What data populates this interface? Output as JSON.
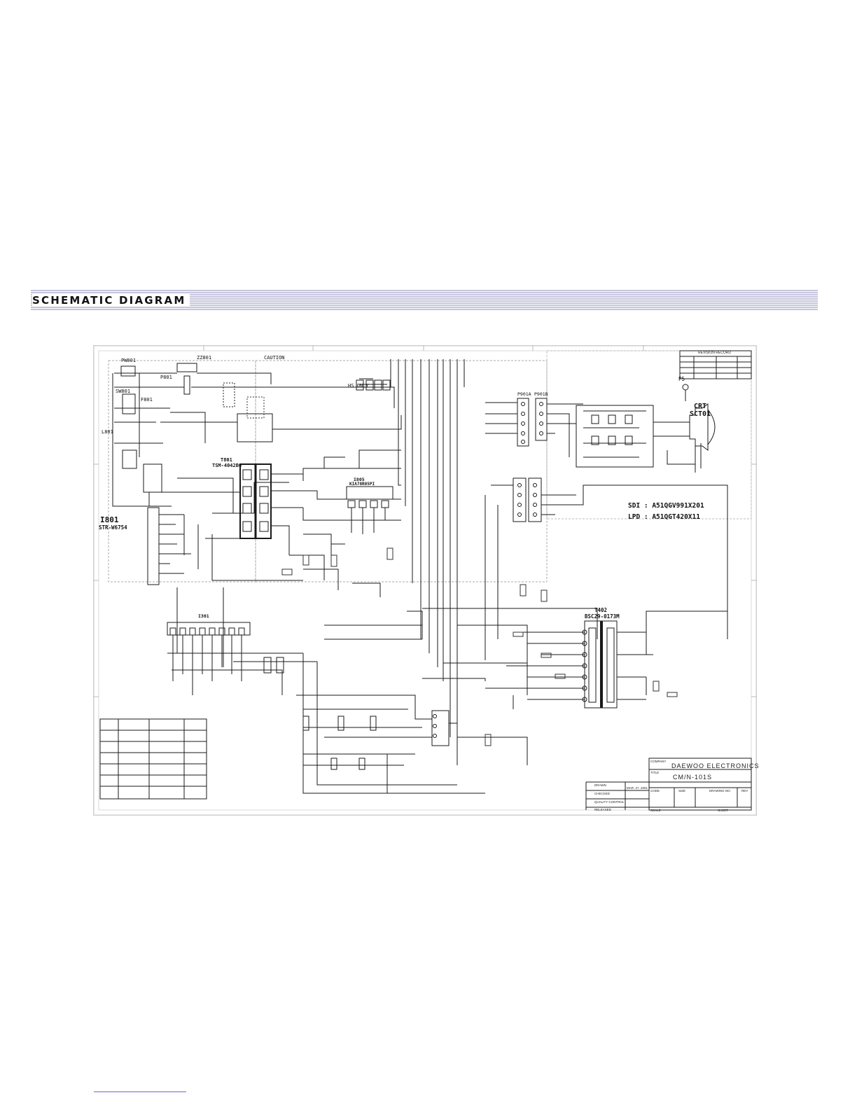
{
  "banner": {
    "title": "SCHEMATIC DIAGRAM"
  },
  "components": {
    "pw801": "PW801",
    "zz801": "ZZ801",
    "sw801": "SW801",
    "p801": "P801",
    "f801": "F801",
    "l801": "L801",
    "i801": "I801",
    "i801_part": "STR-W6754",
    "t801": "T801",
    "t801_part": "TSM-4042B6",
    "i805": "I805",
    "i805_part": "KIA78R05PI",
    "i301": "I301",
    "p901a": "P901A",
    "p901b": "P901B",
    "p5": "P5",
    "crt": "CRT",
    "sct01": "SCT01",
    "t402": "T402",
    "t402_part": "BSC29-0173M"
  },
  "notes": {
    "caution": "CAUTION",
    "hs_only": "HS ONLY",
    "sdi": "SDI  :  A51QGV991X201",
    "lpd": "LPD  :  A51QGT420X11"
  },
  "title_block": {
    "revision_record": "REVISION RECORD",
    "company_label": "COMPANY",
    "company": "DAEWOO  ELECTRONICS",
    "title_label": "TITLE",
    "model": "CM/N-101S",
    "drawn_label": "DRAWN",
    "date": "MAR. 27. 2001",
    "checked_label": "CHECKED",
    "quality_label": "QUALITY CONTROL",
    "released_label": "RELEASED",
    "scale_label": "SCALE",
    "sheet_label": "SHEET",
    "code_label": "CODE",
    "size_label": "SIZE",
    "drawing_no_label": "DRAWING NO.",
    "rev_label": "REV"
  },
  "colors": {
    "ink": "#1a1a1a",
    "frame": "#cfcfcf",
    "banner_lines": "#8a8ab8",
    "link": "#6b6bd6"
  }
}
